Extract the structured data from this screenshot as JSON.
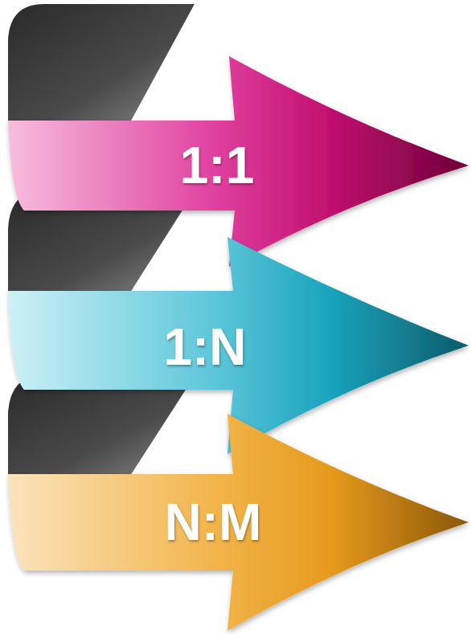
{
  "diagram": {
    "nodes": [
      {
        "text": [
          "1:1"
        ]
      },
      {
        "text": [
          "1:N"
        ]
      },
      {
        "text": [
          "N:M"
        ]
      }
    ]
  }
}
